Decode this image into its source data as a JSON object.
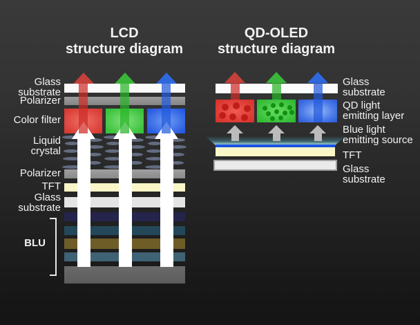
{
  "lcd": {
    "title": "LCD\nstructure diagram",
    "labels": {
      "glass_top": "Glass\nsubstrate",
      "polarizer_top": "Polarizer",
      "color_filter": "Color filter",
      "liquid_crystal": "Liquid\ncrystal",
      "polarizer_bottom": "Polarizer",
      "tft": "TFT",
      "glass_bottom": "Glass\nsubstrate",
      "blu": "BLU"
    }
  },
  "qd": {
    "title": "QD-OLED\nstructure diagram",
    "labels": {
      "glass_top": "Glass\nsubstrate",
      "qd_layer": "QD light\nemitting layer",
      "blue_source": "Blue light\nemitting source",
      "tft": "TFT",
      "glass_bottom": "Glass\nsubstrate"
    }
  },
  "colors": {
    "red": "#d83b34",
    "green": "#38c13a",
    "blue": "#2458e0",
    "polarizer_gray": "#949494",
    "tft_yellow": "#faf6c8",
    "glass_white": "#fbfbfb",
    "glass_light_gray": "#e4e4e4",
    "blu_layers": [
      "#24244c",
      "#24485a",
      "#6f5d28",
      "#3f6274",
      "#656565"
    ],
    "qd_blue_line": "#1d53e2",
    "blue_source_glow": "#a9dfe4",
    "gray_arrow": "#bbbbbb",
    "background_top": "#3a3a3a",
    "background_bottom": "#141414"
  }
}
